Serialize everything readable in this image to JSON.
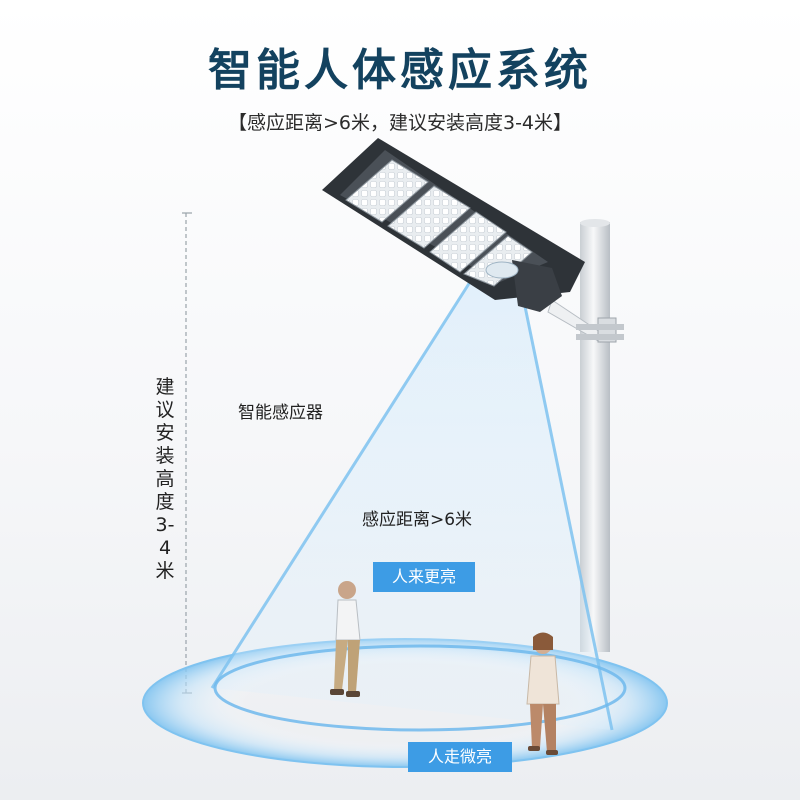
{
  "title": "智能人体感应系统",
  "subtitle": "【感应距离>6米，建议安装高度3-4米】",
  "height_label": "建议安装高度3-4米",
  "sensor_label": "智能感应器",
  "distance_label": "感应距离>6米",
  "badge_near": "人来更亮",
  "badge_far": "人走微亮",
  "colors": {
    "title": "#13425f",
    "badge": "#3d9ce5",
    "beam": "#7fc3f0"
  }
}
